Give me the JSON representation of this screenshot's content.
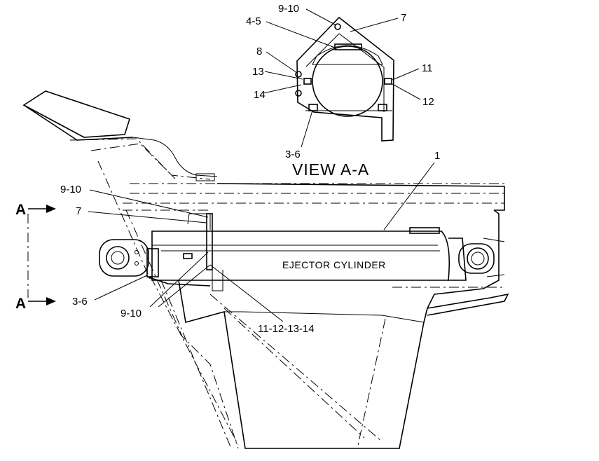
{
  "view_title": "VIEW A-A",
  "component_label": "EJECTOR CYLINDER",
  "section_marker": "A",
  "callouts": {
    "c1": "1",
    "c7_main": "7",
    "c9_10_upper": "9-10",
    "c3_6_main": "3-6",
    "c9_10_lower": "9-10",
    "c11_14": "11-12-13-14",
    "c9_10_view": "9-10",
    "c7_view": "7",
    "c4_5_view": "4-5",
    "c8_view": "8",
    "c13_view": "13",
    "c14_view": "14",
    "c11_view": "11",
    "c12_view": "12",
    "c3_6_view": "3-6"
  }
}
